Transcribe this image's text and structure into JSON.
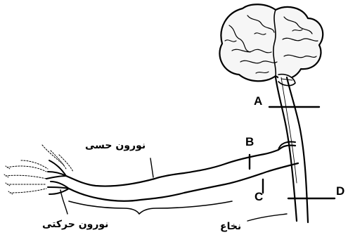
{
  "labels": {
    "a": "A",
    "b": "B",
    "c": "C",
    "d": "D",
    "sensory_neuron": "نورون حسی",
    "motor_neuron": "نورون حرکتی",
    "spinal_cord": "نخاع"
  },
  "colors": {
    "ink": "#000000",
    "background": "#ffffff",
    "brain_fill": "#f6f6f6"
  }
}
